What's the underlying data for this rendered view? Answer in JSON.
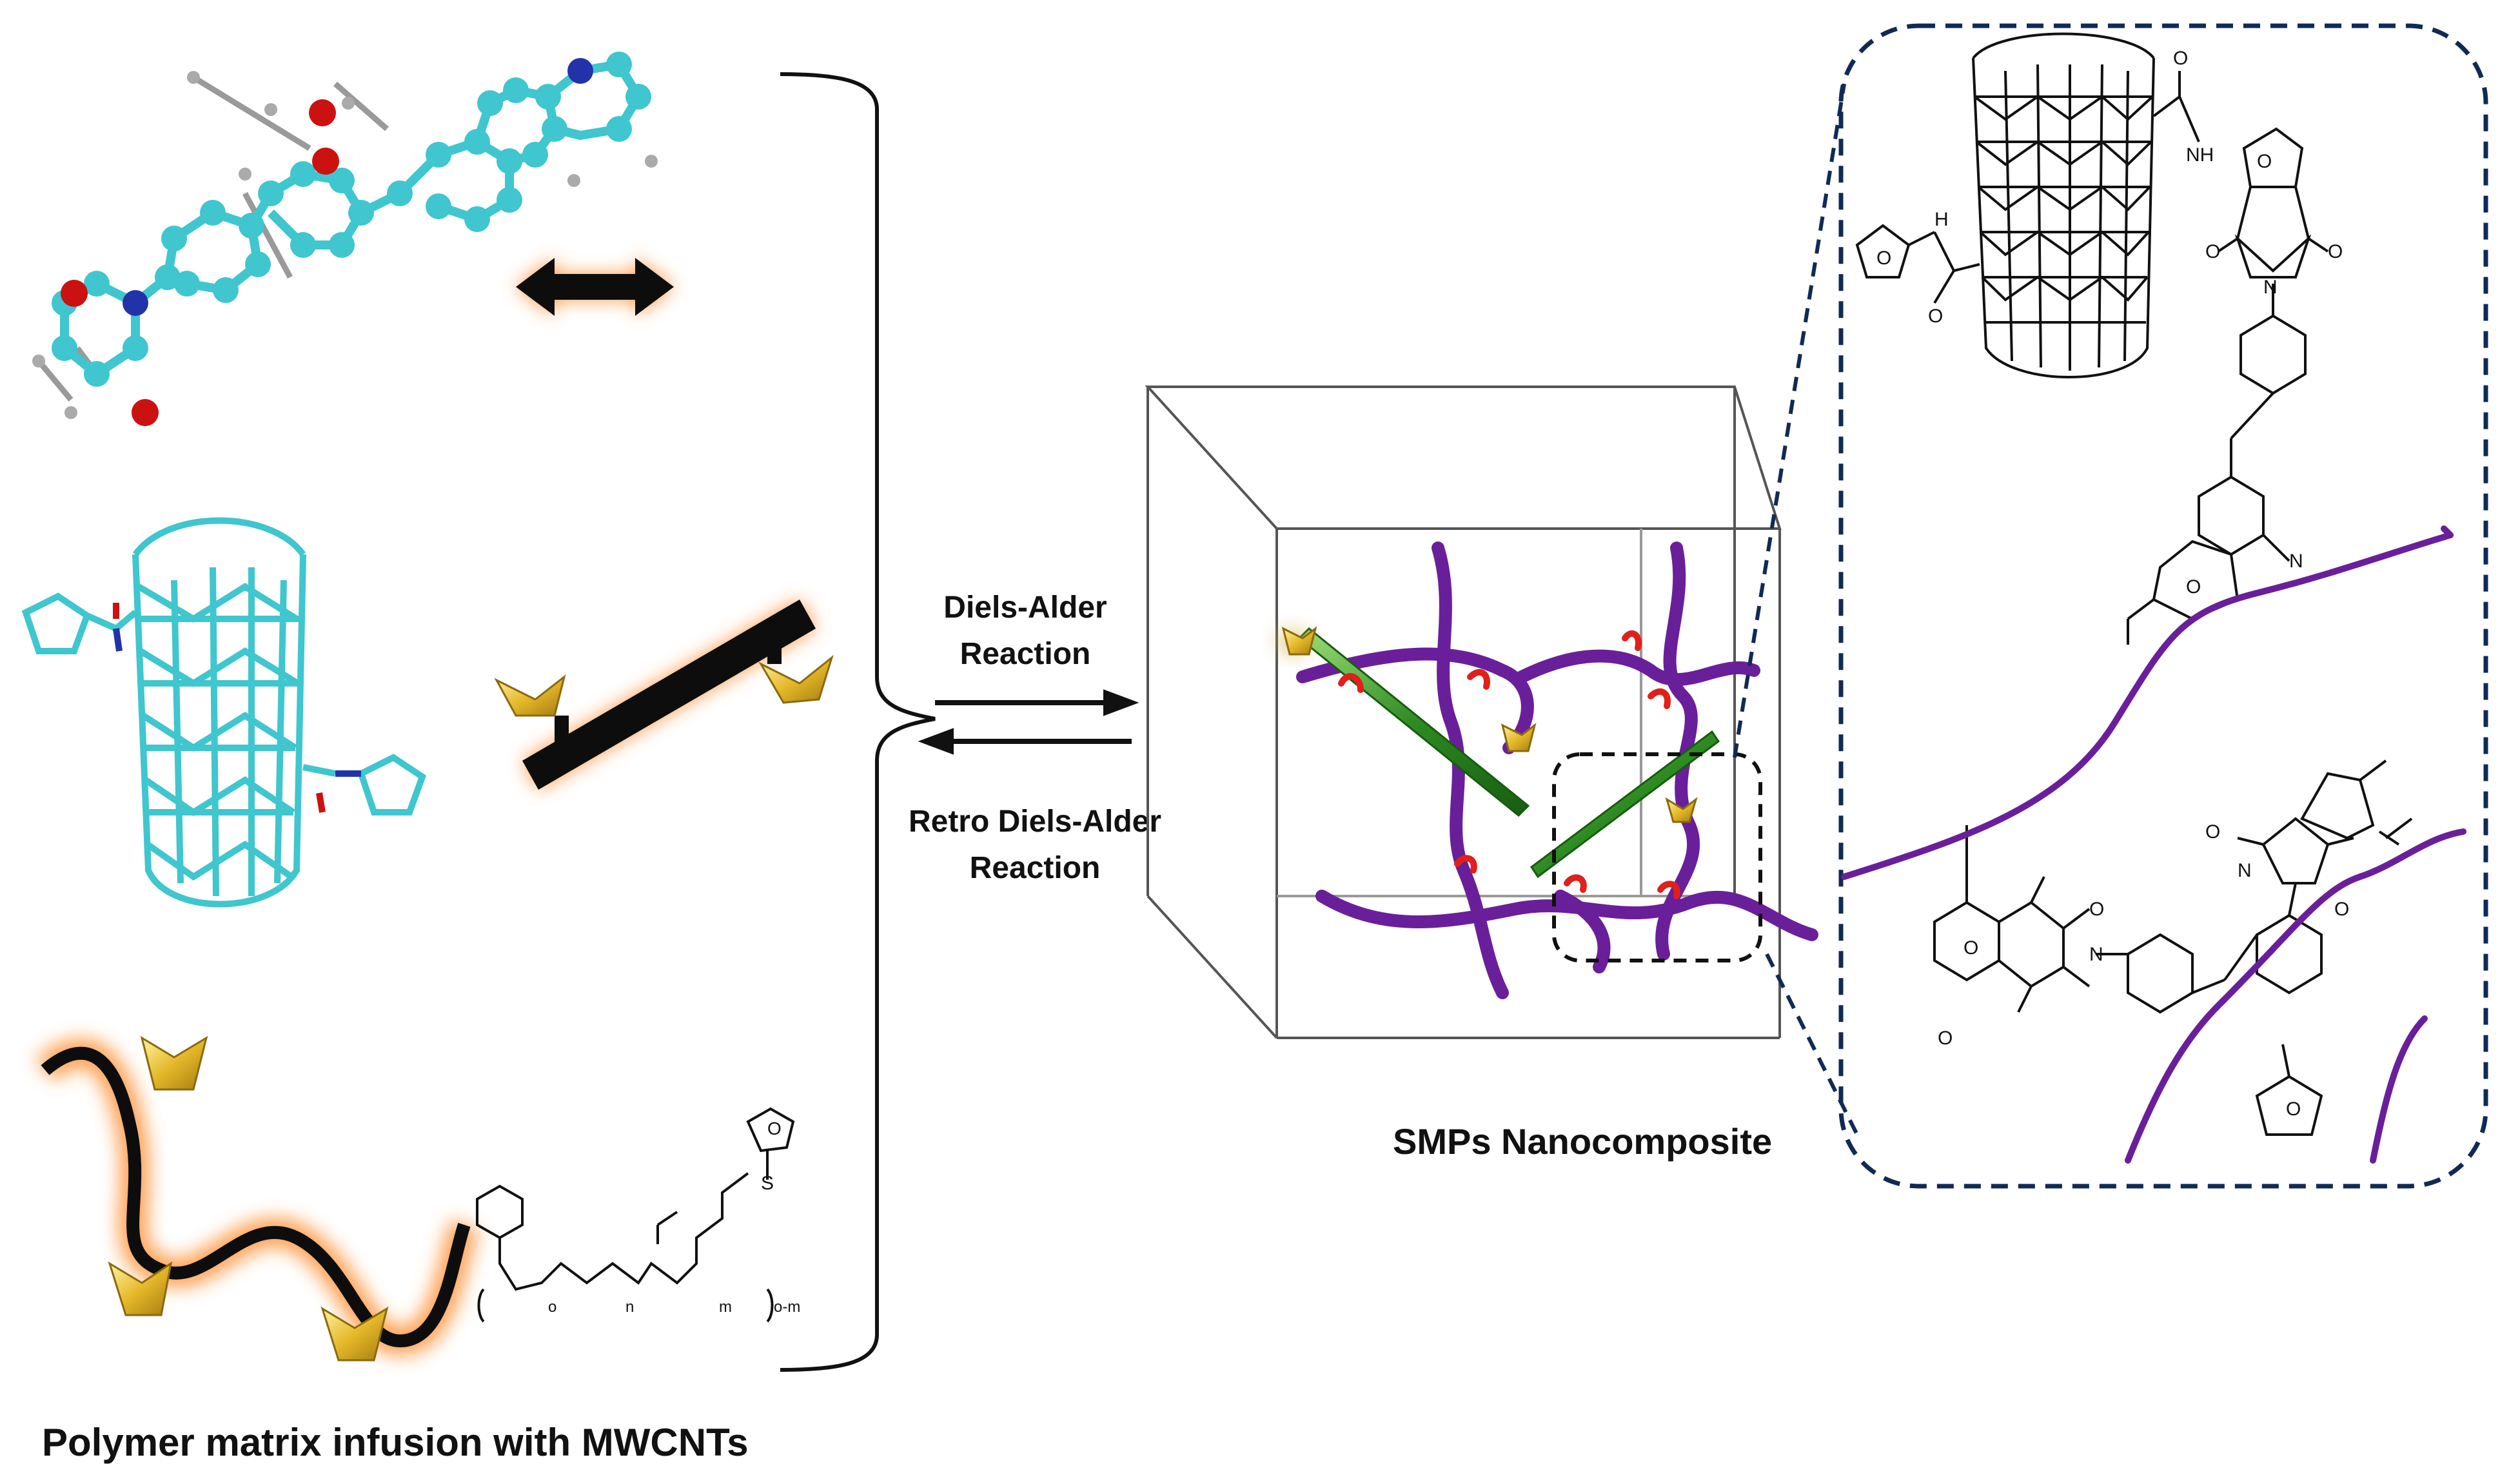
{
  "labels": {
    "diels_alder_line1": "Diels-Alder",
    "diels_alder_line2": "Reaction",
    "retro_line1": "Retro Diels-Alder",
    "retro_line2": "Reaction",
    "nanocomposite": "SMPs Nanocomposite",
    "bottom_caption": "Polymer matrix infusion with MWCNTs"
  },
  "chem_atoms": {
    "nh": "NH",
    "h": "H",
    "n": "N",
    "o": "O",
    "s": "S"
  },
  "polymer_subscripts": {
    "a": "o",
    "b": "n",
    "c": "m",
    "d": "o-m"
  },
  "colors": {
    "cyan_molecule": "#3fc6cf",
    "nitrogen": "#2233aa",
    "oxygen": "#cc1111",
    "polymer_purple": "#6a1f9a",
    "cnt_green": "#2e8b22",
    "glow_orange": "#ff8a2a",
    "linker_gold": "#e5b829",
    "dash_navy": "#102a55",
    "red_link": "#e0201a"
  }
}
